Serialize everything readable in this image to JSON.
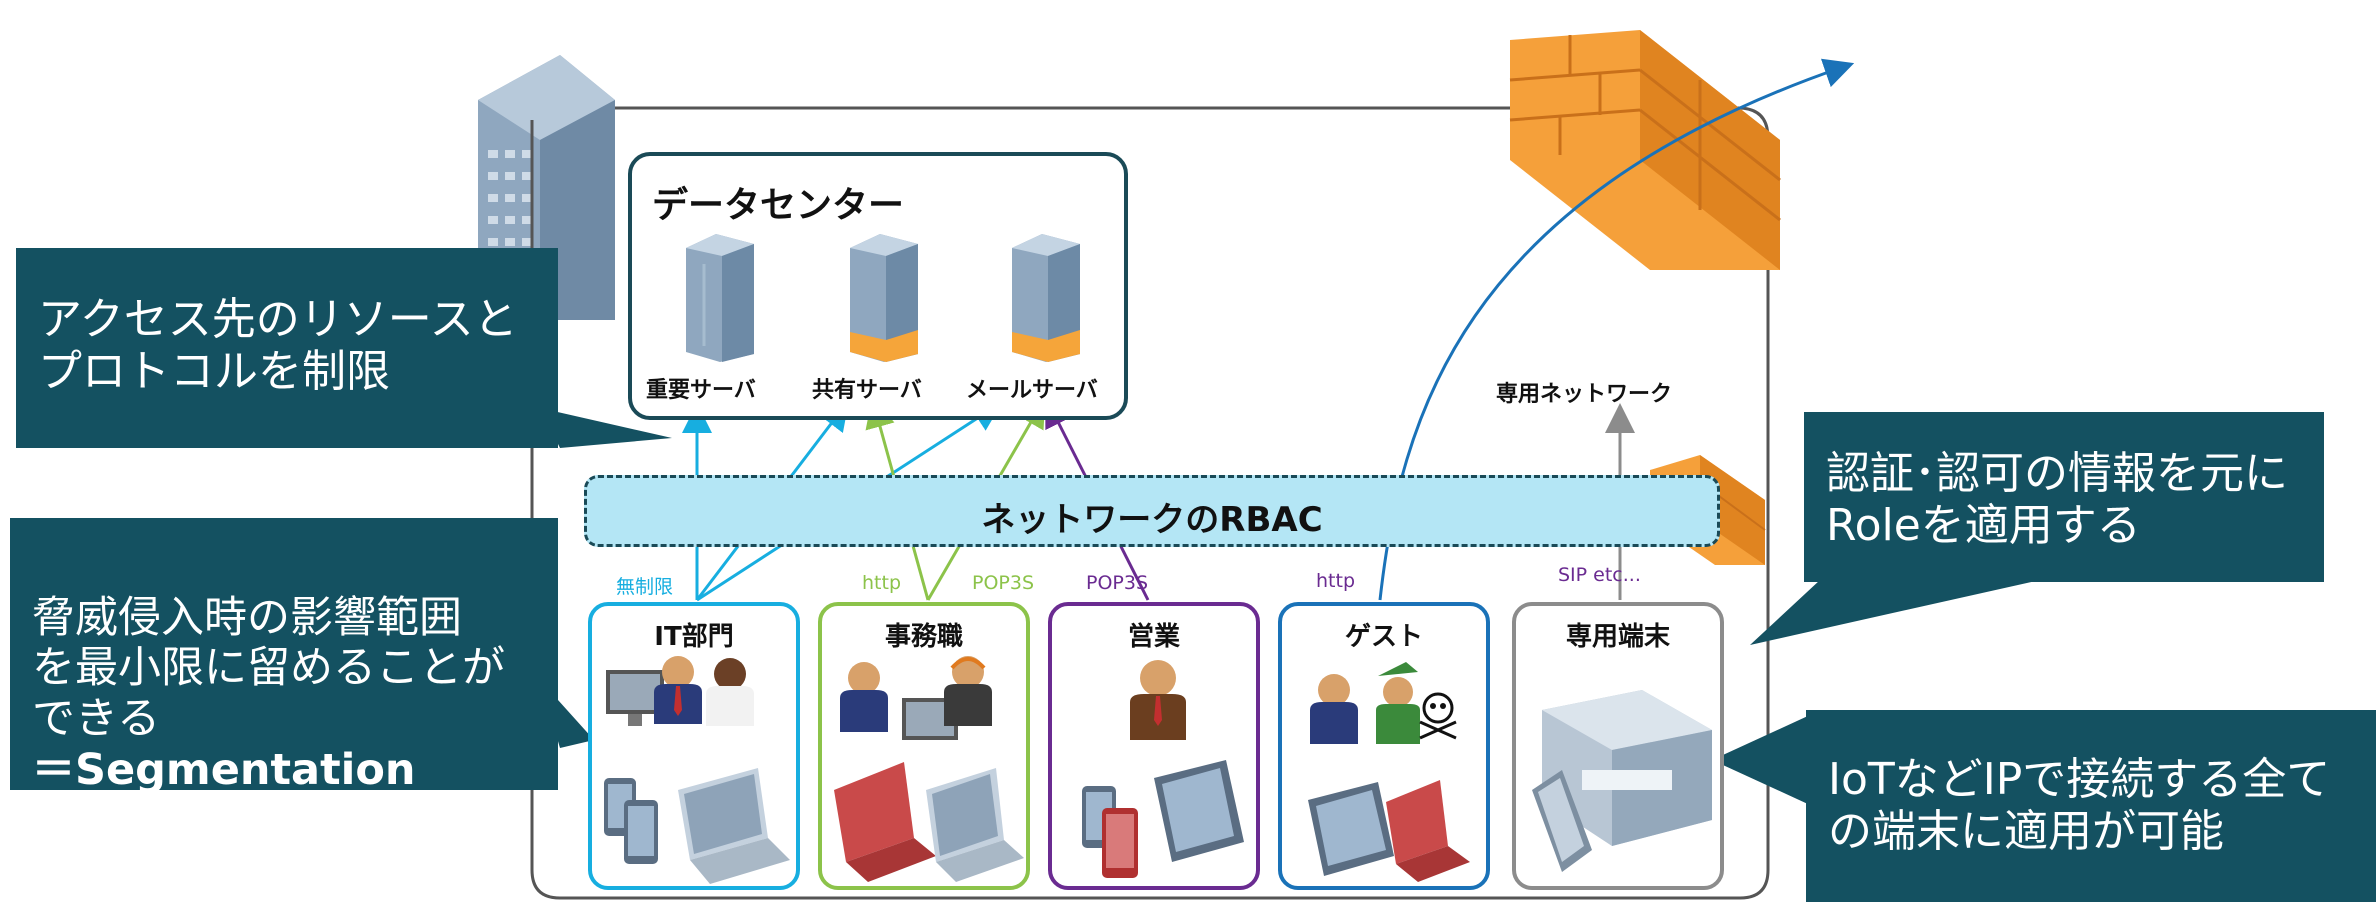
{
  "colors": {
    "callout_bg": "#145161",
    "datacenter_border": "#1a4a57",
    "rbac_fill": "#b4e6f5",
    "it_dept": "#17aee0",
    "office": "#8cc34a",
    "sales": "#6a2b91",
    "guest": "#1a72b8",
    "dedicated": "#8c8c8c",
    "firewall": "#f5a03a",
    "server_accent": "#f5a53a"
  },
  "callouts": {
    "resources": "アクセス先のリソースと\nプロトコルを制限",
    "segmentation": "脅威侵入時の影響範囲\nを最小限に留めることが\nできる",
    "segmentation_strong": "＝Segmentation",
    "role": "認証･認可の情報を元に\nRoleを適用する",
    "iot": "IoTなどIPで接続する全て\nの端末に適用が可能"
  },
  "datacenter": {
    "title": "データセンター",
    "servers": [
      {
        "label": "重要サーバ",
        "icon": "server-icon"
      },
      {
        "label": "共有サーバ",
        "icon": "server-icon"
      },
      {
        "label": "メールサーバ",
        "icon": "server-icon"
      }
    ]
  },
  "dedicated_network": "専用ネットワーク",
  "rbac_label": "ネットワークのRBAC",
  "groups": [
    {
      "name": "IT部門",
      "protocol": "無制限",
      "icons": [
        "user-icon",
        "desktop-icon",
        "smartphone-icon",
        "laptop-icon"
      ]
    },
    {
      "name": "事務職",
      "protocol": "http",
      "protocol2": "POP3S",
      "icons": [
        "user-icon",
        "desktop-icon",
        "laptop-icon"
      ]
    },
    {
      "name": "営業",
      "protocol": "POP3S",
      "icons": [
        "user-icon",
        "smartphone-icon",
        "tablet-icon"
      ]
    },
    {
      "name": "ゲスト",
      "protocol": "http",
      "icons": [
        "user-icon",
        "hacker-icon",
        "skull-icon",
        "tablet-icon",
        "laptop-icon"
      ]
    },
    {
      "name": "専用端末",
      "protocol": "SIP etc...",
      "icons": [
        "printer-icon",
        "phone-icon"
      ]
    }
  ],
  "decor_icons": [
    "office-building-icon",
    "firewall-icon",
    "firewall-small-icon",
    "internet-arrow-icon"
  ]
}
